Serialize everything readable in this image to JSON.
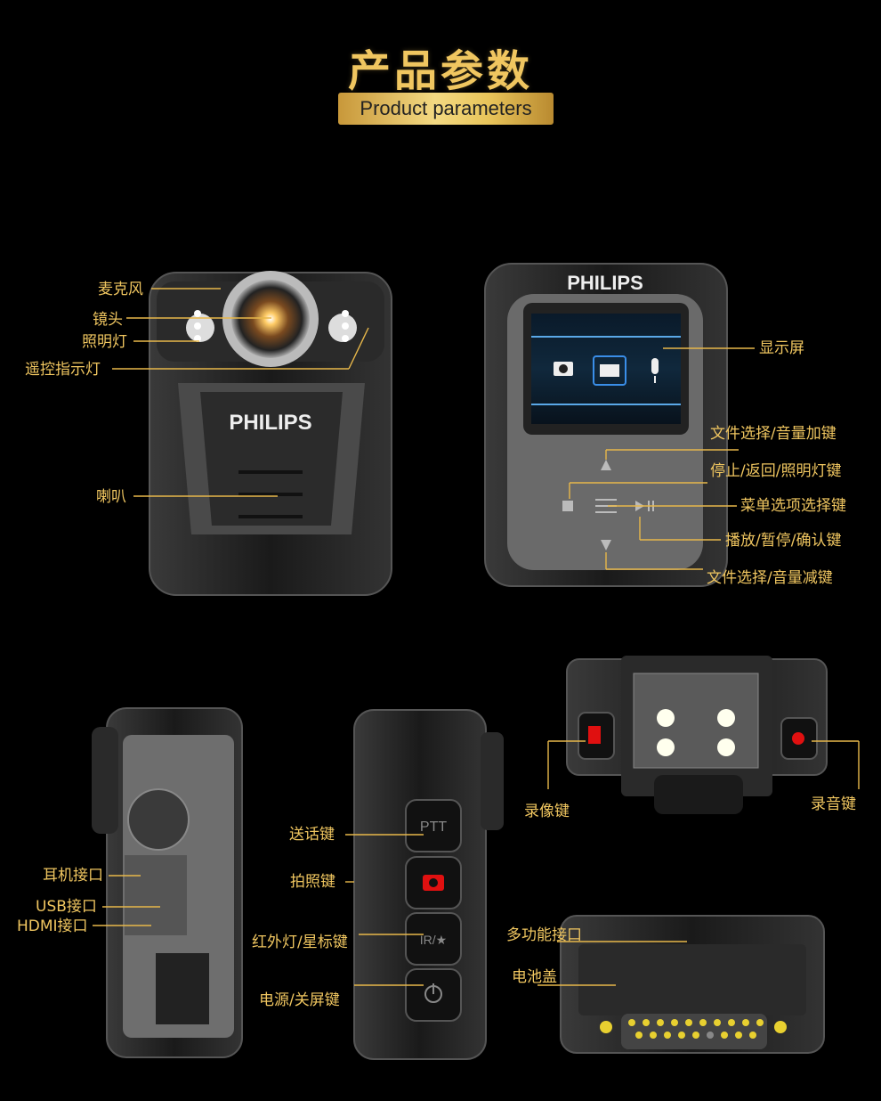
{
  "header": {
    "title": "产品参数",
    "subtitle": "Product parameters"
  },
  "brand": "PHILIPS",
  "front": {
    "labels": [
      "麦克风",
      "镜头",
      "照明灯",
      "遥控指示灯",
      "喇叭"
    ]
  },
  "back": {
    "labels": [
      "显示屏",
      "文件选择/音量加键",
      "停止/返回/照明灯键",
      "菜单选项选择键",
      "播放/暂停/确认键",
      "文件选择/音量减键"
    ]
  },
  "side_left": {
    "labels": [
      "耳机接口",
      "USB接口",
      "HDMI接口"
    ]
  },
  "side_right": {
    "ptt": "PTT",
    "ir_star": "IR/★",
    "labels": [
      "送话键",
      "拍照键",
      "红外灯/星标键",
      "电源/关屏键"
    ]
  },
  "top": {
    "labels": [
      "录像键",
      "录音键"
    ]
  },
  "bottom": {
    "labels": [
      "多功能接口",
      "电池盖"
    ]
  },
  "colors": {
    "accent": "#f0c660",
    "line": "#e8b84a",
    "body": "#1c1c1c",
    "red": "#e01010"
  }
}
